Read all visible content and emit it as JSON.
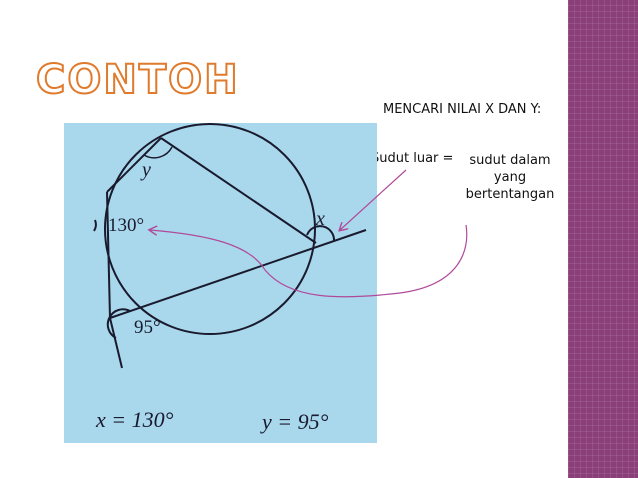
{
  "title": "CONTOH",
  "heading": "MENCARI NILAI X DAN Y:",
  "note": {
    "left": "Sudut luar =",
    "right_lines": [
      "sudut dalam",
      "yang",
      "bertentangan"
    ]
  },
  "figure": {
    "var_y": "y",
    "var_x": "x",
    "angle_130": "130°",
    "angle_95": "95°",
    "answer_x": "x = 130°",
    "answer_y": "y = 95°"
  },
  "colors": {
    "accent": "#e07a2c",
    "sidebar": "#8a3f7a",
    "panel": "#a9d8ec",
    "arrow": "#b04a9a"
  }
}
